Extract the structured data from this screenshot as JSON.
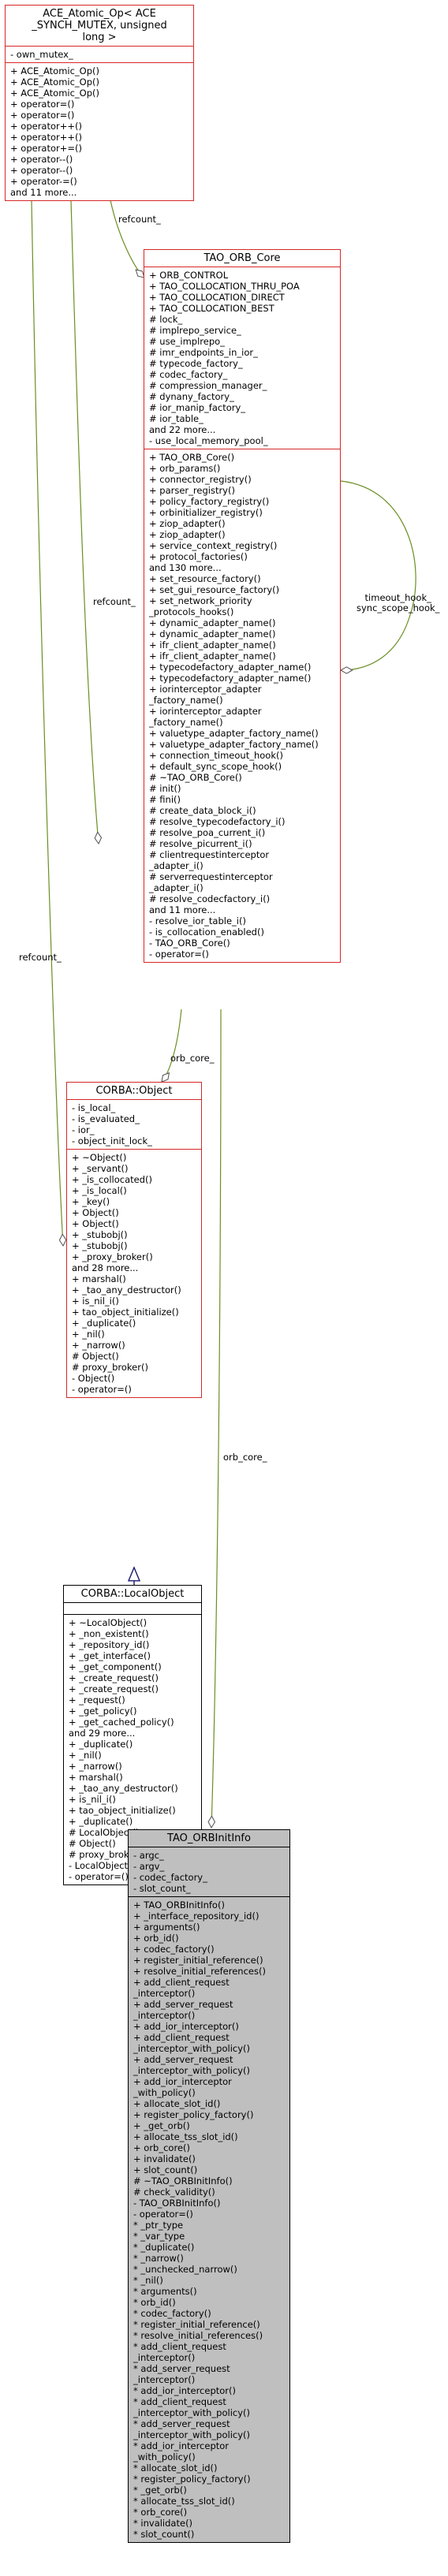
{
  "boxes": {
    "ace_atomic": {
      "title": "ACE_Atomic_Op< ACE\n_SYNCH_MUTEX, unsigned\nlong >",
      "attributes": [
        "- own_mutex_"
      ],
      "methods": [
        "+ ACE_Atomic_Op()",
        "+ ACE_Atomic_Op()",
        "+ ACE_Atomic_Op()",
        "+ operator=()",
        "+ operator=()",
        "+ operator++()",
        "+ operator++()",
        "+ operator+=()",
        "+ operator--()",
        "+ operator--()",
        "+ operator-=()",
        "and 11 more..."
      ]
    },
    "tao_orb_core": {
      "title": "TAO_ORB_Core",
      "attributes": [
        "+ ORB_CONTROL",
        "+ TAO_COLLOCATION_THRU_POA",
        "+ TAO_COLLOCATION_DIRECT",
        "+ TAO_COLLOCATION_BEST",
        "# lock_",
        "# implrepo_service_",
        "# use_implrepo_",
        "# imr_endpoints_in_ior_",
        "# typecode_factory_",
        "# codec_factory_",
        "# compression_manager_",
        "# dynany_factory_",
        "# ior_manip_factory_",
        "# ior_table_",
        "and 22 more...",
        "- use_local_memory_pool_"
      ],
      "methods": [
        "+ TAO_ORB_Core()",
        "+ orb_params()",
        "+ connector_registry()",
        "+ parser_registry()",
        "+ policy_factory_registry()",
        "+ orbinitializer_registry()",
        "+ ziop_adapter()",
        "+ ziop_adapter()",
        "+ service_context_registry()",
        "+ protocol_factories()",
        "and 130 more...",
        "+ set_resource_factory()",
        "+ set_gui_resource_factory()",
        "+ set_network_priority\n_protocols_hooks()",
        "+ dynamic_adapter_name()",
        "+ dynamic_adapter_name()",
        "+ ifr_client_adapter_name()",
        "+ ifr_client_adapter_name()",
        "+ typecodefactory_adapter_name()",
        "+ typecodefactory_adapter_name()",
        "+ iorinterceptor_adapter\n_factory_name()",
        "+ iorinterceptor_adapter\n_factory_name()",
        "+ valuetype_adapter_factory_name()",
        "+ valuetype_adapter_factory_name()",
        "+ connection_timeout_hook()",
        "+ default_sync_scope_hook()",
        "# ~TAO_ORB_Core()",
        "# init()",
        "# fini()",
        "# create_data_block_i()",
        "# resolve_typecodefactory_i()",
        "# resolve_poa_current_i()",
        "# resolve_picurrent_i()",
        "# clientrequestinterceptor\n_adapter_i()",
        "# serverrequestinterceptor\n_adapter_i()",
        "# resolve_codecfactory_i()",
        "and 11 more...",
        "- resolve_ior_table_i()",
        "- is_collocation_enabled()",
        "- TAO_ORB_Core()",
        "- operator=()"
      ]
    },
    "corba_object": {
      "title": "CORBA::Object",
      "attributes": [
        "- is_local_",
        "- is_evaluated_",
        "- ior_",
        "- object_init_lock_"
      ],
      "methods": [
        "+ ~Object()",
        "+ _servant()",
        "+ _is_collocated()",
        "+ _is_local()",
        "+ _key()",
        "+ Object()",
        "+ Object()",
        "+ _stubobj()",
        "+ _stubobj()",
        "+ _proxy_broker()",
        "and 28 more...",
        "+ marshal()",
        "+ _tao_any_destructor()",
        "+ is_nil_i()",
        "+ tao_object_initialize()",
        "+ _duplicate()",
        "+ _nil()",
        "+ _narrow()",
        "# Object()",
        "# proxy_broker()",
        "- Object()",
        "- operator=()"
      ]
    },
    "corba_localobject": {
      "title": "CORBA::LocalObject",
      "attributes": [],
      "methods": [
        "+ ~LocalObject()",
        "+ _non_existent()",
        "+ _repository_id()",
        "+ _get_interface()",
        "+ _get_component()",
        "+ _create_request()",
        "+ _create_request()",
        "+ _request()",
        "+ _get_policy()",
        "+ _get_cached_policy()",
        "and 29 more...",
        "+ _duplicate()",
        "+ _nil()",
        "+ _narrow()",
        "+ marshal()",
        "+ _tao_any_destructor()",
        "+ is_nil_i()",
        "+ tao_object_initialize()",
        "+ _duplicate()",
        "# LocalObject()",
        "# Object()",
        "# proxy_broker()",
        "- LocalObject()",
        "- operator=()"
      ]
    },
    "tao_orbinitinfo": {
      "title": "TAO_ORBInitInfo",
      "attributes": [
        "- argc_",
        "- argv_",
        "- codec_factory_",
        "- slot_count_"
      ],
      "methods": [
        "+ TAO_ORBInitInfo()",
        "+ _interface_repository_id()",
        "+ arguments()",
        "+ orb_id()",
        "+ codec_factory()",
        "+ register_initial_reference()",
        "+ resolve_initial_references()",
        "+ add_client_request\n_interceptor()",
        "+ add_server_request\n_interceptor()",
        "+ add_ior_interceptor()",
        "+ add_client_request\n_interceptor_with_policy()",
        "+ add_server_request\n_interceptor_with_policy()",
        "+ add_ior_interceptor\n_with_policy()",
        "+ allocate_slot_id()",
        "+ register_policy_factory()",
        "+ _get_orb()",
        "+ allocate_tss_slot_id()",
        "+ orb_core()",
        "+ invalidate()",
        "+ slot_count()",
        "# ~TAO_ORBInitInfo()",
        "# check_validity()",
        "- TAO_ORBInitInfo()",
        "- operator=()",
        "* _ptr_type",
        "* _var_type",
        "* _duplicate()",
        "* _narrow()",
        "* _unchecked_narrow()",
        "* _nil()",
        "* arguments()",
        "* orb_id()",
        "* codec_factory()",
        "* register_initial_reference()",
        "* resolve_initial_references()",
        "* add_client_request\n_interceptor()",
        "* add_server_request\n_interceptor()",
        "* add_ior_interceptor()",
        "* add_client_request\n_interceptor_with_policy()",
        "* add_server_request\n_interceptor_with_policy()",
        "* add_ior_interceptor\n_with_policy()",
        "* allocate_slot_id()",
        "* register_policy_factory()",
        "* _get_orb()",
        "* allocate_tss_slot_id()",
        "* orb_core()",
        "* invalidate()",
        "* slot_count()"
      ]
    }
  },
  "edge_labels": {
    "refcount_top": "refcount_",
    "refcount_mid": "refcount_",
    "refcount_left": "refcount_",
    "orb_core_short": "orb_core_",
    "orb_core_long": "orb_core_",
    "self_hooks": "timeout_hook_\nsync_scope_hook_"
  },
  "colors": {
    "aggregation_edge": "#6b8e23",
    "inheritance_edge": "#191970",
    "class_border_red": "#d62728",
    "focus_fill": "#bfbfbf"
  }
}
